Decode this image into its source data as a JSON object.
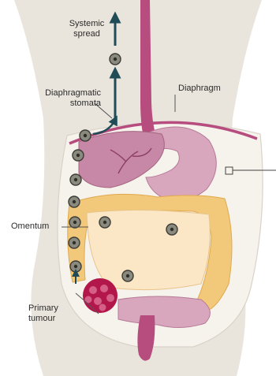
{
  "labels": {
    "systemic_spread": [
      "Systemic",
      "spread"
    ],
    "diaphragmatic_stomata": [
      "Diaphragmatic",
      "stomata"
    ],
    "diaphragm": "Diaphragm",
    "omentum": "Omentum",
    "primary_tumour": [
      "Primary",
      "tumour"
    ]
  },
  "colors": {
    "body_fill": "#e9e5dc",
    "peritoneum_fill": "#f6f2ec",
    "organ_magenta": "#b64d7e",
    "organ_pink": "#d8a6bd",
    "colon_yellow": "#f2c97a",
    "omentum_cream": "#fbe6c6",
    "cell_fill": "#8a8a7e",
    "tumour_red": "#b2164a",
    "arrow_teal": "#1f4c56"
  },
  "icons": [
    "up-arrow-icon",
    "curved-arrow-icon",
    "tumour-cell-icon",
    "inset-marker-icon"
  ]
}
